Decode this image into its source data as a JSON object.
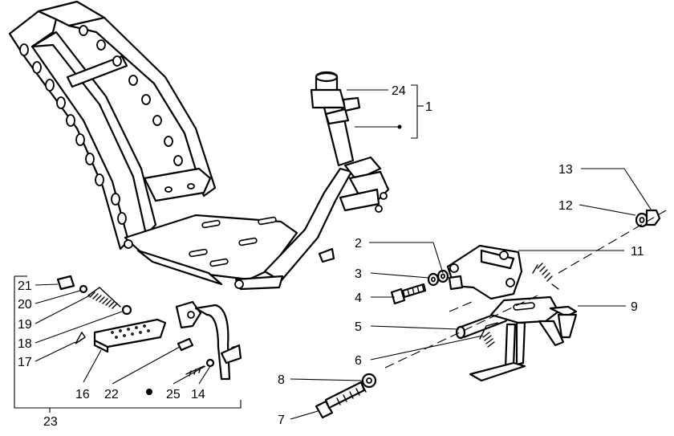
{
  "callouts": {
    "c1": "1",
    "c2": "2",
    "c3": "3",
    "c4": "4",
    "c5": "5",
    "c6": "6",
    "c7": "7",
    "c8": "8",
    "c9": "9",
    "c11": "11",
    "c12": "12",
    "c13": "13",
    "c14": "14",
    "c16": "16",
    "c17": "17",
    "c18": "18",
    "c19": "19",
    "c20": "20",
    "c21": "21",
    "c22": "22",
    "c23": "23",
    "c24": "24",
    "c25": "25"
  }
}
